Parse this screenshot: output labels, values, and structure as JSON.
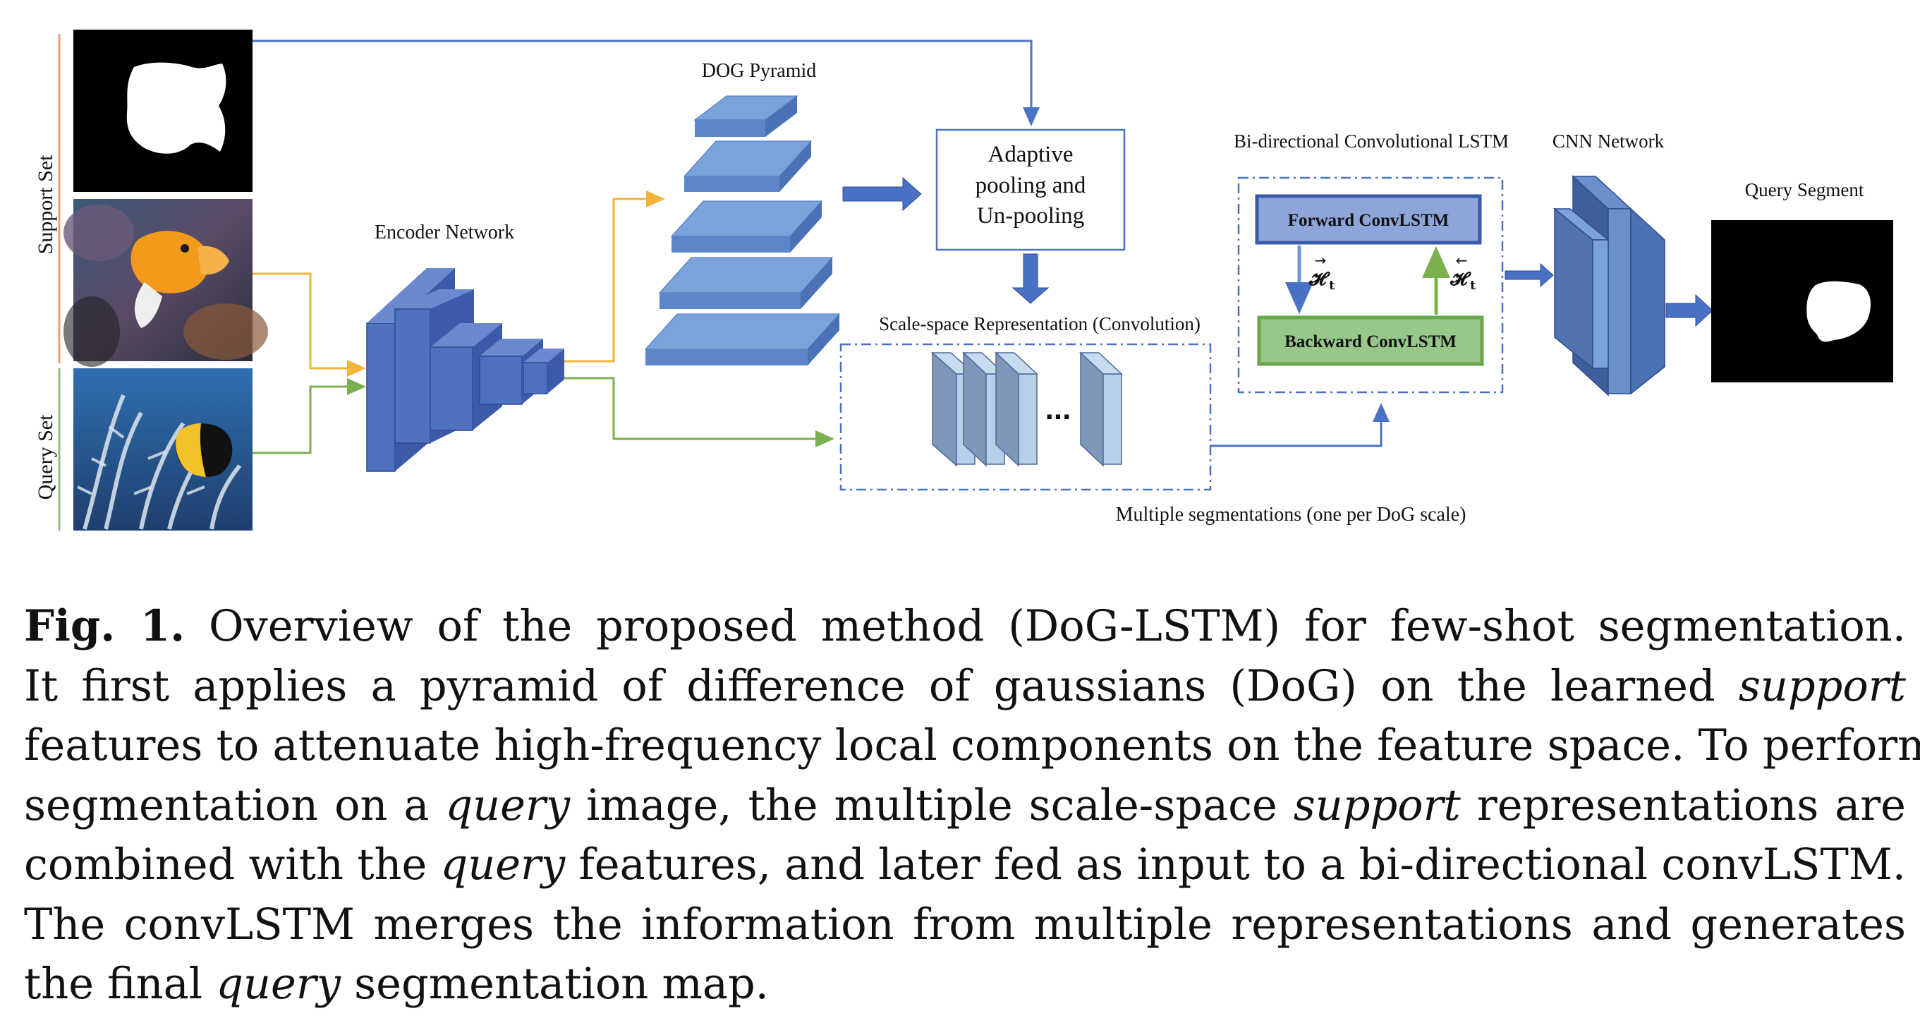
{
  "figure": {
    "support_set_label": "Support Set",
    "query_set_label": "Query Set",
    "encoder_label": "Encoder Network",
    "dog_pyramid_label": "DOG Pyramid",
    "pooling_lines": [
      "Adaptive",
      "pooling and",
      "Un-pooling"
    ],
    "scale_space_label": "Scale-space Representation (Convolution)",
    "ellipsis": "...",
    "bilstm_label": "Bi-directional Convolutional LSTM",
    "forward_label": "Forward ConvLSTM",
    "backward_label": "Backward ConvLSTM",
    "h_forward": "→\n𝓗t",
    "h_forward_arrow": "→",
    "h_forward_sym": "𝓗",
    "h_forward_sub": "t",
    "h_backward_arrow": "←",
    "h_backward_sym": "𝓗",
    "h_backward_sub": "t",
    "cnn_label": "CNN Network",
    "query_segment_label": "Query Segment",
    "multiple_seg_label": "Multiple segmentations (one per DoG scale)",
    "colors": {
      "block_blue": "#4f72c0",
      "light_blue": "#a9c6e6",
      "pyramid_blue": "#6d99d4",
      "forward_fill": "#8ea5da",
      "backward_fill": "#98c78a",
      "arrow_blue": "#4a72c4",
      "arrow_orange": "#f2b53a",
      "arrow_green": "#7bb04e"
    }
  },
  "caption": {
    "fig_label": "Fig. 1.",
    "lines": [
      " Overview of the proposed method (DoG-LSTM) for few-shot segmentation.",
      "It first applies a pyramid of difference of gaussians (DoG) on the learned ",
      "features to attenuate high-frequency local components on the feature space. To perform",
      "segmentation on a ",
      "combined with the ",
      "The convLSTM merges the information from multiple representations and generates",
      "the final "
    ],
    "em_support": "support",
    "em_query": "query",
    "line4_mid": " image, the multiple scale-space ",
    "line4_end": " representations are",
    "line5_end": " features, and later fed as input to a bi-directional convLSTM.",
    "line7_end": " segmentation map."
  }
}
